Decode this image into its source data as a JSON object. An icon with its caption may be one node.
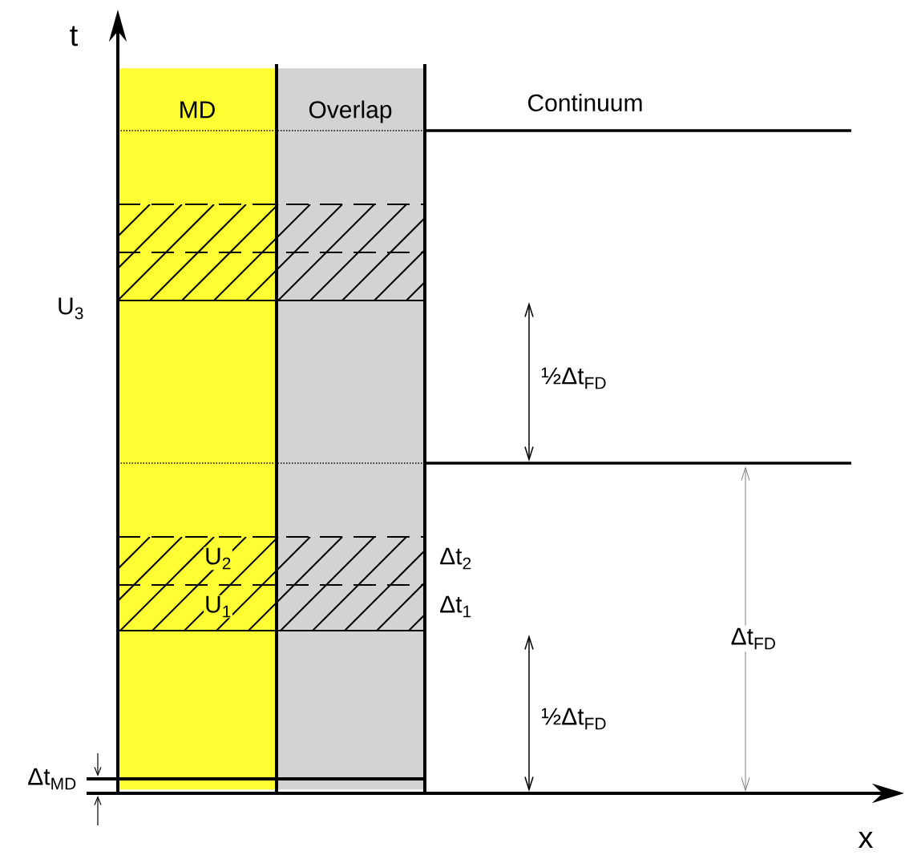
{
  "diagram": {
    "nodes": [
      {
        "text": [
          "MD"
        ]
      },
      {
        "text": [
          "Overlap"
        ]
      }
    ],
    "labels": [
      "t",
      "Continuum",
      "U$_{3}$",
      "U$_{2}$",
      "Δt$_{2}$",
      "U$_{1}$",
      "Δt$_{1}$",
      "½Δt$_{FD}$",
      "Δt$_{FD}$",
      "½Δt$_{FD}$",
      "Δt$_{MD}$",
      "x"
    ]
  }
}
